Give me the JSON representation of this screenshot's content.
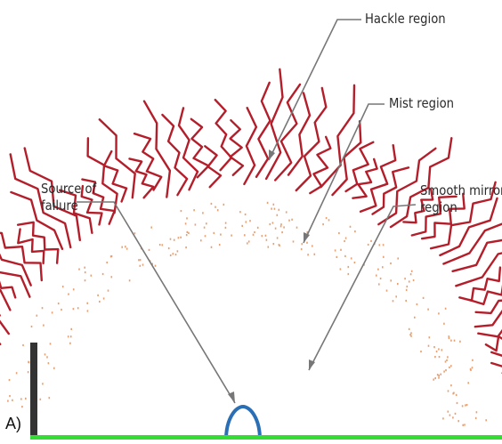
{
  "labels": {
    "hackle": "Hackle region",
    "mist": "Mist region",
    "smooth_line1": "Smooth mirror",
    "smooth_line2": "region",
    "source_line1": "Source of",
    "source_line2": "failure"
  },
  "panel_letter": "A)",
  "colors": {
    "hackle": "#b31e2a",
    "mist": "#e8a070",
    "origin": "#2a6fb5",
    "leader": "#777777",
    "baseline": "#33dd33",
    "left_bar": "#333333"
  }
}
